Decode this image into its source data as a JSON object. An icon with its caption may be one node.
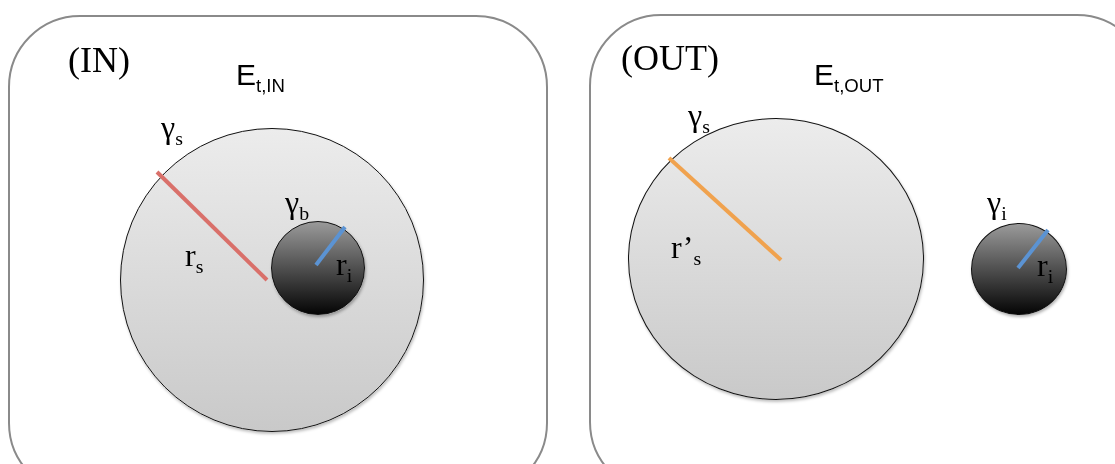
{
  "diagram": {
    "nodes": [
      {
        "text": [
          "(IN)",
          "E$_{t,IN}$"
        ]
      },
      {
        "text": [
          "γ$_{s}$",
          "r$_{s}$"
        ],
        "in": 0
      },
      {
        "text": [
          "γ$_{b}$",
          "r$_{i}$"
        ],
        "in": 1
      },
      {
        "text": [
          "(OUT)",
          "E$_{t,OUT}$"
        ]
      },
      {
        "text": [
          "γ$_{s}$",
          "r’$_{s}$"
        ],
        "in": 3
      },
      {
        "text": [
          "γ$_{i}$",
          "r$_{i}$"
        ],
        "in": 3
      }
    ]
  }
}
